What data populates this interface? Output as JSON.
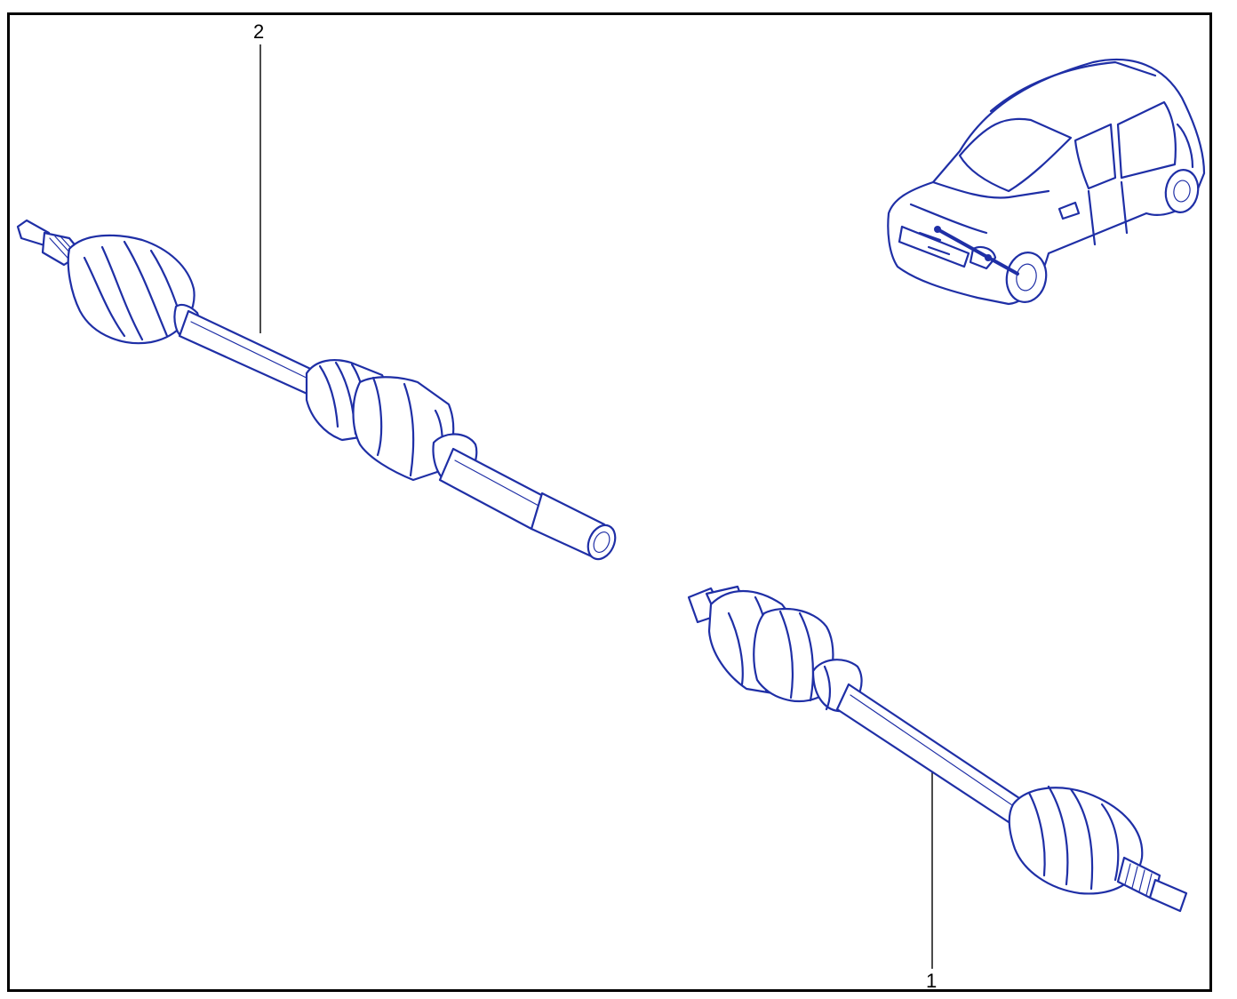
{
  "diagram": {
    "callouts": [
      {
        "id": "2",
        "label": "2",
        "part": "drive-shaft-upper"
      },
      {
        "id": "1",
        "label": "1",
        "part": "drive-shaft-lower"
      }
    ],
    "colors": {
      "line": "#1f2fa6",
      "frame": "#000000",
      "background": "#ffffff"
    },
    "icons": [
      "car-location-icon"
    ]
  }
}
